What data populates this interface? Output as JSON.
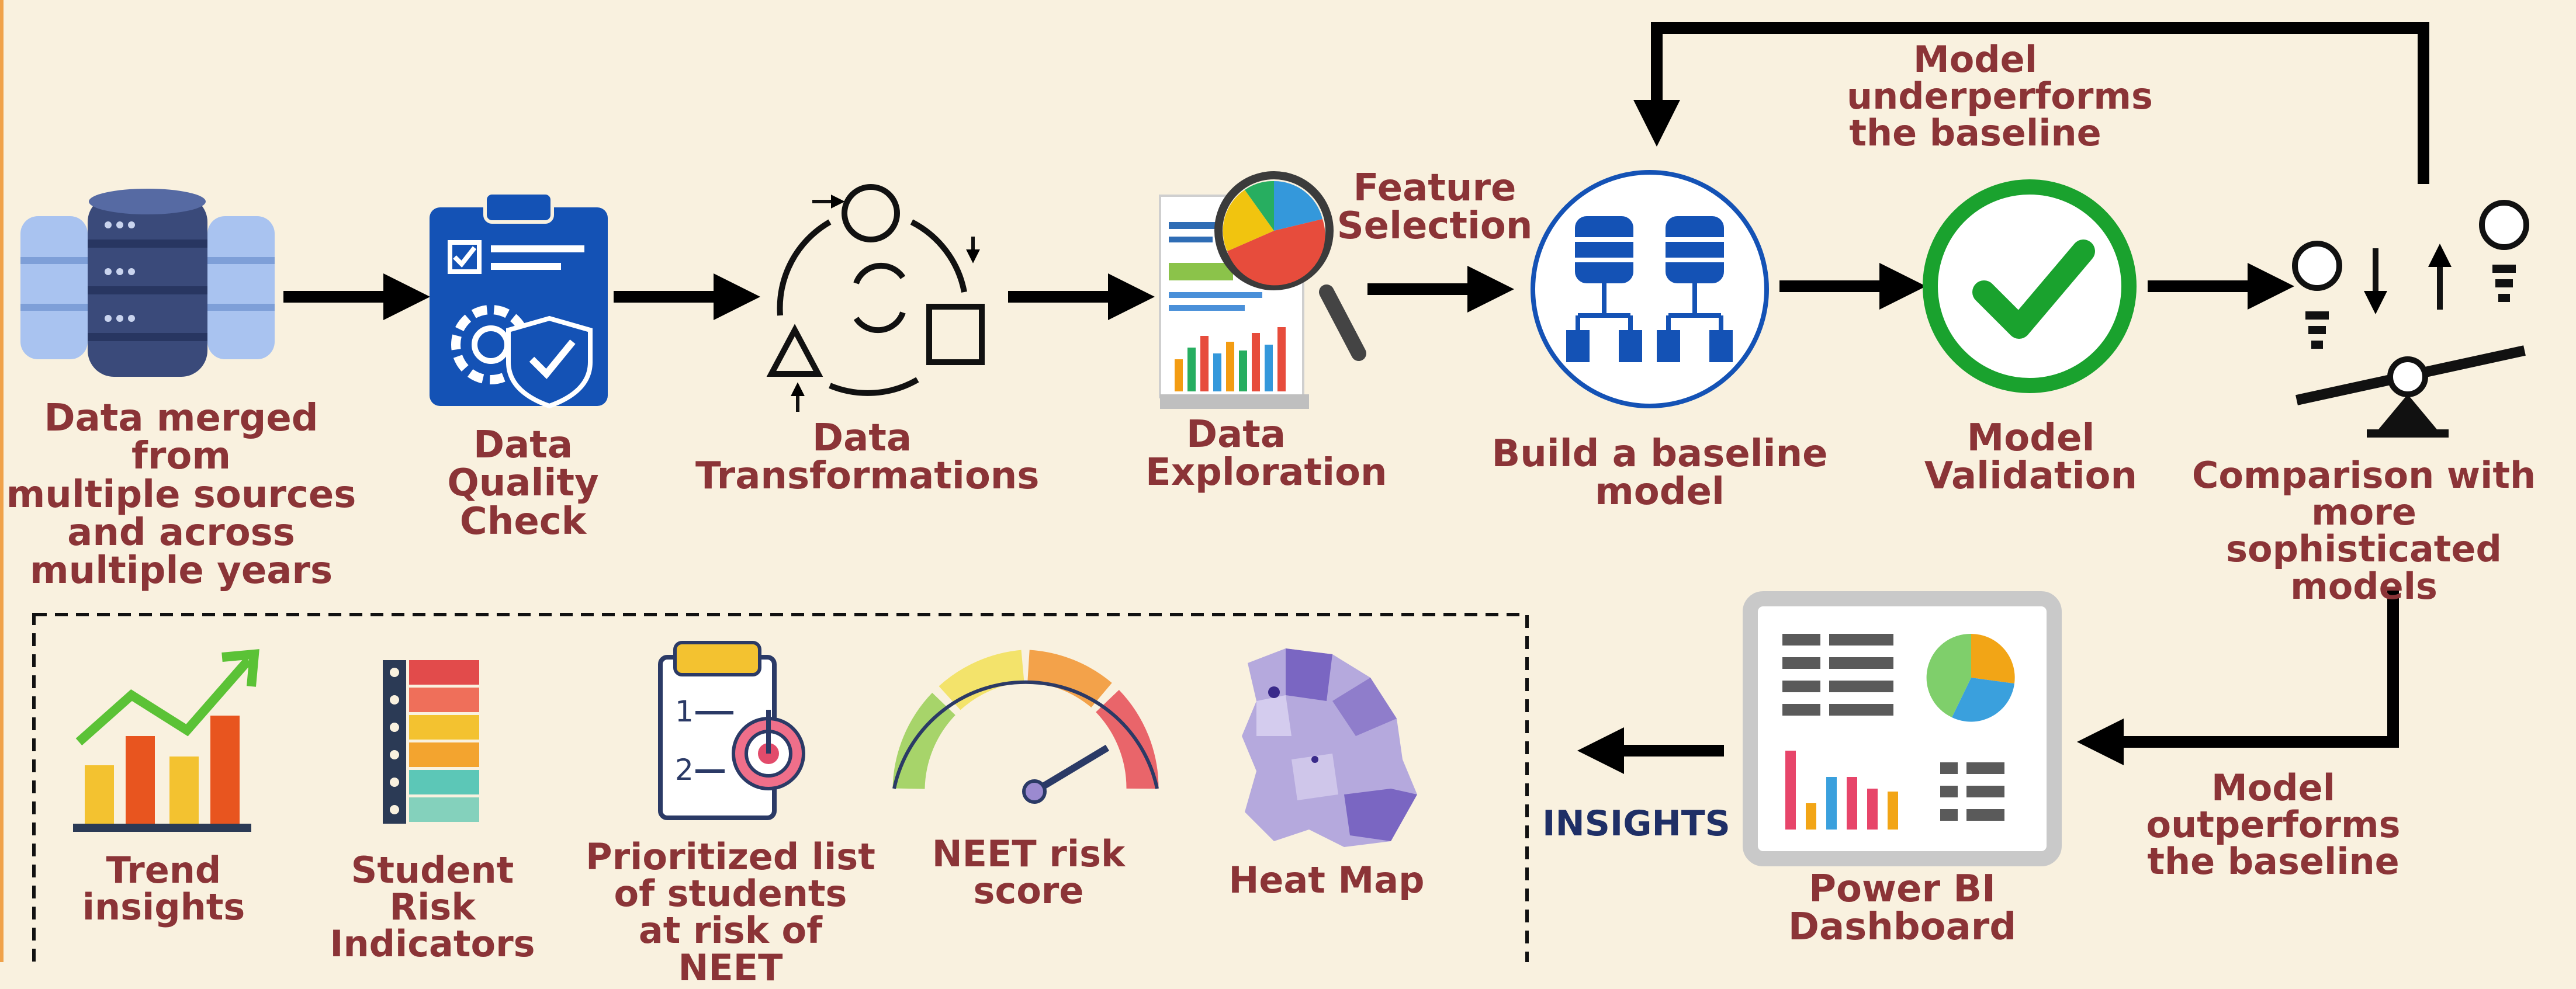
{
  "colors": {
    "background": "#f9f1df",
    "label": "#8b3437",
    "insights_label": "#1f2f66",
    "arrow": "#000000",
    "blue": "#1452b5",
    "green": "#1aa22e"
  },
  "pipeline": {
    "data_merged": "Data merged from\nmultiple sources\nand across\nmultiple years",
    "data_quality": "Data Quality\nCheck",
    "data_transformations": "Data\nTransformations",
    "data_exploration": "Data\nExploration",
    "feature_selection": "Feature\nSelection",
    "baseline_model": "Build a baseline model",
    "model_validation": "Model\nValidation",
    "comparison": "Comparison with more\nsophisticated models",
    "underperforms": "Model\nunderperforms\nthe baseline",
    "outperforms": "Model\noutperforms\nthe baseline",
    "power_bi": "Power BI\nDashboard",
    "insights": "INSIGHTS"
  },
  "outputs": {
    "trend": "Trend\ninsights",
    "risk_indicators": "Student Risk\nIndicators",
    "prioritized": "Prioritized list\nof students\nat risk of NEET",
    "neet_score": "NEET risk\nscore",
    "heat_map": "Heat Map"
  },
  "icons": {
    "data_merged": "database-stack-icon",
    "data_quality": "clipboard-gear-shield-icon",
    "data_transformations": "shapes-cycle-icon",
    "data_exploration": "report-magnifier-icon",
    "baseline_model": "database-network-icon",
    "model_validation": "checkmark-circle-icon",
    "comparison": "ab-balance-scale-icon",
    "power_bi": "dashboard-icon",
    "trend": "bar-trend-icon",
    "risk_indicators": "list-indicators-icon",
    "prioritized": "clipboard-target-icon",
    "neet_score": "gauge-icon",
    "heat_map": "map-icon"
  }
}
